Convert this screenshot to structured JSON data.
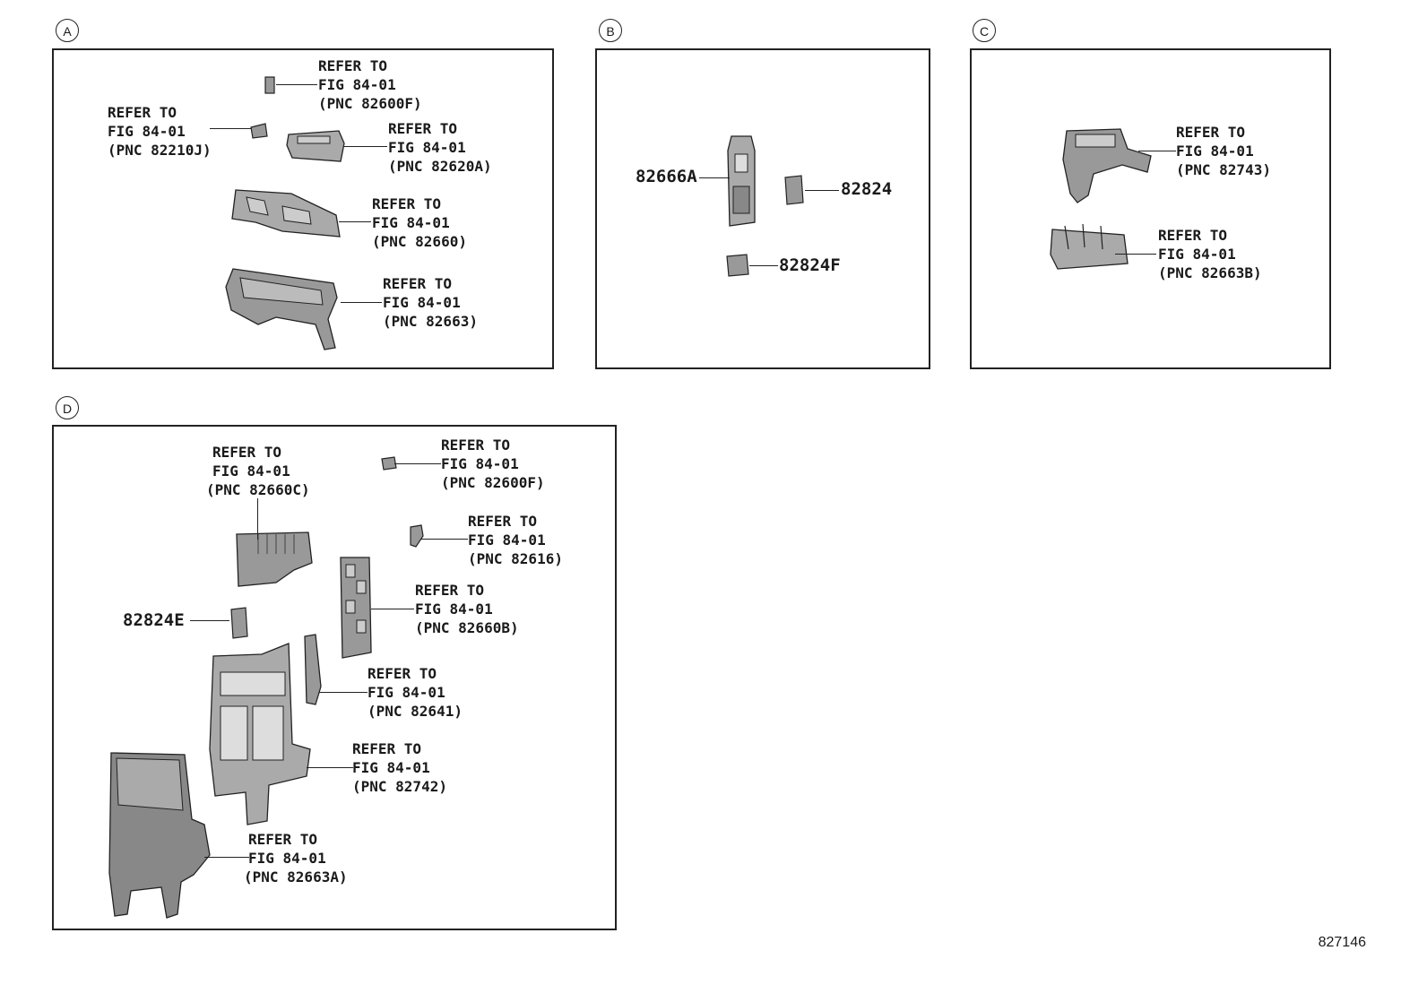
{
  "sections": {
    "A": {
      "marker": "A",
      "callouts": [
        {
          "l1": "REFER TO",
          "l2": "FIG 84-01",
          "l3": "(PNC 82600F)"
        },
        {
          "l1": "REFER TO",
          "l2": "FIG 84-01",
          "l3": "(PNC 82210J)"
        },
        {
          "l1": "REFER TO",
          "l2": "FIG 84-01",
          "l3": "(PNC 82620A)"
        },
        {
          "l1": "REFER TO",
          "l2": "FIG 84-01",
          "l3": "(PNC 82660)"
        },
        {
          "l1": "REFER TO",
          "l2": "FIG 84-01",
          "l3": "(PNC 82663)"
        }
      ]
    },
    "B": {
      "marker": "B",
      "part_codes": [
        "82666A",
        "82824",
        "82824F"
      ]
    },
    "C": {
      "marker": "C",
      "callouts": [
        {
          "l1": "REFER TO",
          "l2": "FIG 84-01",
          "l3": "(PNC 82743)"
        },
        {
          "l1": "REFER TO",
          "l2": "FIG 84-01",
          "l3": "(PNC 82663B)"
        }
      ]
    },
    "D": {
      "marker": "D",
      "part_codes": [
        "82824E"
      ],
      "callouts": [
        {
          "l1": "REFER TO",
          "l2": "FIG 84-01",
          "l3": "(PNC 82660C)"
        },
        {
          "l1": "REFER TO",
          "l2": "FIG 84-01",
          "l3": "(PNC 82600F)"
        },
        {
          "l1": "REFER TO",
          "l2": "FIG 84-01",
          "l3": "(PNC 82616)"
        },
        {
          "l1": "REFER TO",
          "l2": "FIG 84-01",
          "l3": "(PNC 82660B)"
        },
        {
          "l1": "REFER TO",
          "l2": "FIG 84-01",
          "l3": "(PNC 82641)"
        },
        {
          "l1": "REFER TO",
          "l2": "FIG 84-01",
          "l3": "(PNC 82742)"
        },
        {
          "l1": "REFER TO",
          "l2": "FIG 84-01",
          "l3": "(PNC 82663A)"
        }
      ]
    }
  },
  "drawing_number": "827146"
}
